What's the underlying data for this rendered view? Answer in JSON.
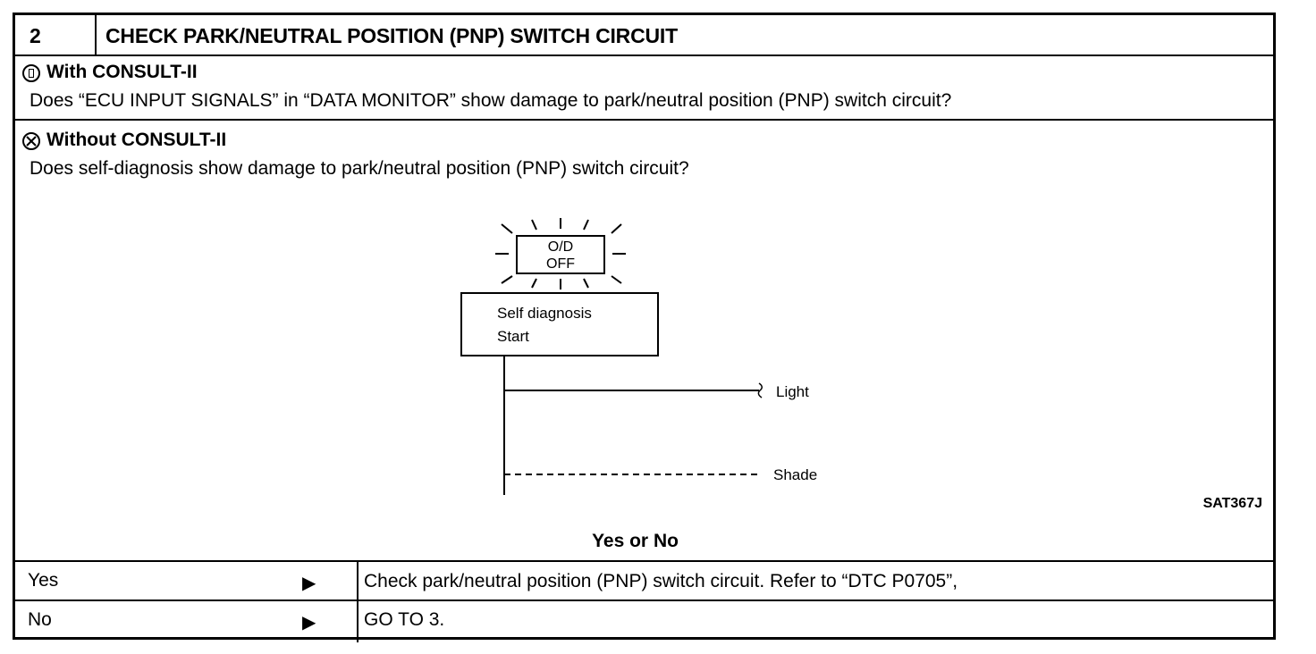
{
  "step": {
    "number": "2",
    "title": "CHECK PARK/NEUTRAL POSITION (PNP) SWITCH CIRCUIT"
  },
  "with_consult": {
    "icon": "consult-tester-icon",
    "heading": "With CONSULT-II",
    "question": "Does “ECU INPUT SIGNALS” in “DATA MONITOR” show damage to park/neutral position (PNP) switch circuit?"
  },
  "without_consult": {
    "icon": "no-consult-icon",
    "heading": "Without CONSULT-II",
    "question": "Does self-diagnosis show damage to park/neutral position (PNP) switch circuit?"
  },
  "diagram": {
    "lamp_line1": "O/D",
    "lamp_line2": "OFF",
    "box_line1": "Self  diagnosis",
    "box_line2": "Start",
    "light_label": "Light",
    "shade_label": "Shade",
    "figure_id": "SAT367J"
  },
  "prompt": "Yes or No",
  "answers": [
    {
      "label": "Yes",
      "arrow": "▶",
      "action": "Check park/neutral position (PNP) switch circuit. Refer to “DTC P0705”,"
    },
    {
      "label": "No",
      "arrow": "▶",
      "action": "GO TO 3."
    }
  ]
}
